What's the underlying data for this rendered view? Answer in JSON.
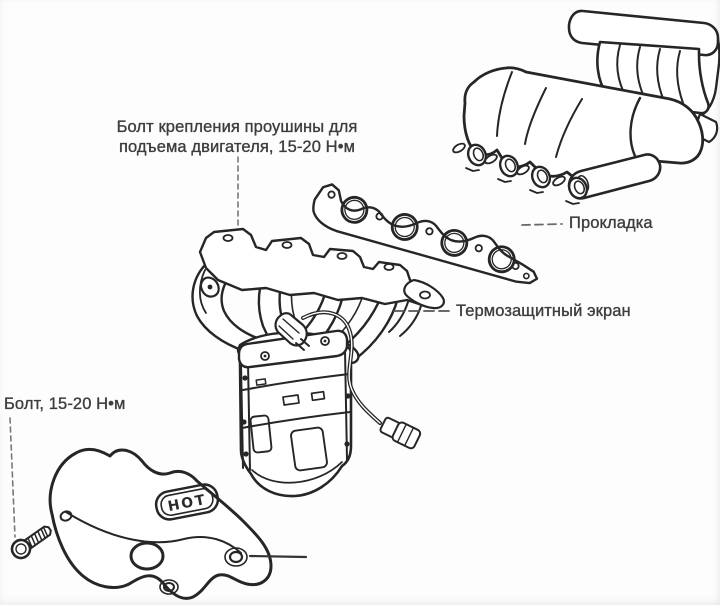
{
  "figure": {
    "type": "exploded-view technical illustration, exhaust manifold assembly",
    "colors": {
      "background": "#fdfdfd",
      "line_art": "#262626",
      "label_text": "#3d3d3d",
      "leader_line": "#6e6e6e"
    },
    "labels": {
      "engine_lift_bolt": {
        "line1": "Болт крепления проушины для",
        "line2": "подъема двигателя, 15-20 Н•м"
      },
      "gasket": "Прокладка",
      "heat_shield": "Термозащитный экран",
      "bolt": "Болт, 15-20 Н•м"
    },
    "embossed": {
      "hot_badge": "HOT"
    }
  }
}
